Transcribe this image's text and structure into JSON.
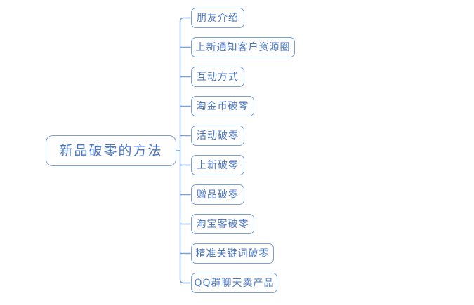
{
  "diagram": {
    "type": "mind-map",
    "orientation": "left-to-right",
    "background_color": "#ffffff",
    "node_border_color": "#7ba0d4",
    "node_text_color": "#4a76c4",
    "connector_color": "#7ba0d4",
    "root": {
      "label": "新品破零的方法"
    },
    "children": [
      {
        "label": "朋友介绍",
        "width": 76
      },
      {
        "label": "上新通知客户资源圈",
        "width": 148
      },
      {
        "label": "互动方式",
        "width": 76
      },
      {
        "label": "淘金币破零",
        "width": 90
      },
      {
        "label": "活动破零",
        "width": 76
      },
      {
        "label": "上新破零",
        "width": 76
      },
      {
        "label": "赠品破零",
        "width": 76
      },
      {
        "label": "淘宝客破零",
        "width": 90
      },
      {
        "label": "精准关键词破零",
        "width": 118
      },
      {
        "label": "QQ群聊天卖产品",
        "width": 123
      }
    ]
  }
}
